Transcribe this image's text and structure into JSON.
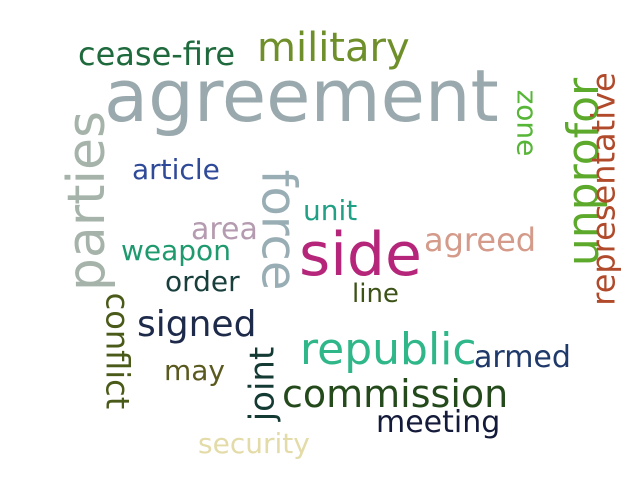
{
  "words": {
    "agreement": {
      "text": "agreement",
      "color": "#9aa9ad"
    },
    "military": {
      "text": "military",
      "color": "#6e8f2a"
    },
    "cease_fire": {
      "text": "cease-fire",
      "color": "#1f6a3d"
    },
    "parties": {
      "text": "parties",
      "color": "#a5b3aa"
    },
    "force": {
      "text": "force",
      "color": "#98aeb4"
    },
    "zone": {
      "text": "zone",
      "color": "#57b538"
    },
    "unprofor": {
      "text": "unprofor",
      "color": "#5da92b"
    },
    "representative": {
      "text": "representative",
      "color": "#b04a2a"
    },
    "article": {
      "text": "article",
      "color": "#2e4a99"
    },
    "unit": {
      "text": "unit",
      "color": "#22a085"
    },
    "area": {
      "text": "area",
      "color": "#b59bb0"
    },
    "side": {
      "text": "side",
      "color": "#b5267a"
    },
    "agreed": {
      "text": "agreed",
      "color": "#d49a8a"
    },
    "weapon": {
      "text": "weapon",
      "color": "#1f9a6e"
    },
    "order": {
      "text": "order",
      "color": "#193f3d"
    },
    "line": {
      "text": "line",
      "color": "#3c5218"
    },
    "conflict": {
      "text": "conflict",
      "color": "#4a5a18"
    },
    "signed": {
      "text": "signed",
      "color": "#1d2a4a"
    },
    "republic": {
      "text": "republic",
      "color": "#2fb78a"
    },
    "armed": {
      "text": "armed",
      "color": "#1f3a6a"
    },
    "may": {
      "text": "may",
      "color": "#5a5a20"
    },
    "joint": {
      "text": "joint",
      "color": "#143a34"
    },
    "commission": {
      "text": "commission",
      "color": "#244a1c"
    },
    "meeting": {
      "text": "meeting",
      "color": "#141a3a"
    },
    "security": {
      "text": "security",
      "color": "#e3dba8"
    }
  }
}
